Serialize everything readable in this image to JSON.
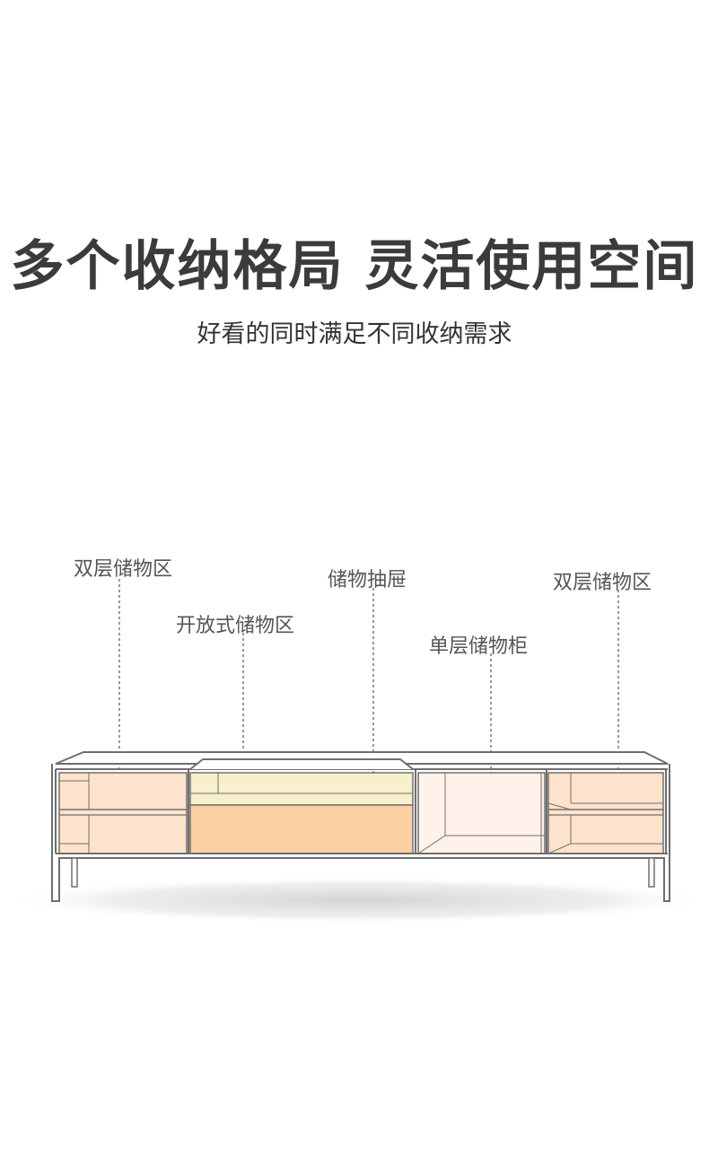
{
  "header": {
    "title": "多个收纳格局 灵活使用空间",
    "subtitle": "好看的同时满足不同收纳需求"
  },
  "callouts": [
    {
      "id": "double-left",
      "label": "双层储物区"
    },
    {
      "id": "open",
      "label": "开放式储物区"
    },
    {
      "id": "drawer",
      "label": "储物抽屉"
    },
    {
      "id": "single",
      "label": "单层储物柜"
    },
    {
      "id": "double-right",
      "label": "双层储物区"
    }
  ],
  "colors": {
    "peach": "#fde3cb",
    "orange": "#fccfa3",
    "cream": "#f7f0cb",
    "pale": "#fff2ea",
    "line": "#6e6e6e"
  }
}
